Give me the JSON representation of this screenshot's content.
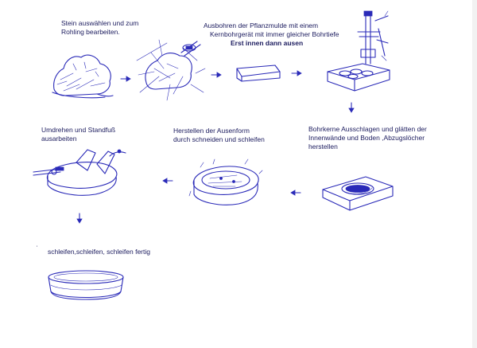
{
  "steps": [
    {
      "lines": [
        "Stein auswählen und zum",
        "Rohling bearbeiten."
      ]
    },
    {
      "lines": [
        "Ausbohren der Pflanzmulde mit einem",
        "Kernbohrgerät  mit immer gleicher Bohrtiefe"
      ],
      "emphasis": "Erst innen dann ausen"
    },
    {
      "lines": [
        "Bohrkerne Ausschlagen und glätten der",
        "Innenwände und Boden ,Abzugslöcher",
        "herstellen"
      ]
    },
    {
      "lines": [
        "Herstellen der Ausenform",
        "durch schneiden und schleifen"
      ]
    },
    {
      "lines": [
        "Umdrehen und Standfuß",
        "ausarbeiten"
      ]
    },
    {
      "lines": [
        "schleifen,schleifen, schleifen fertig"
      ]
    }
  ],
  "icons": [
    "arrow-right-icon",
    "arrow-left-icon",
    "arrow-down-icon"
  ],
  "colors": {
    "ink": "#2a2ab8",
    "text": "#1b1b5e",
    "background": "#ffffff"
  }
}
